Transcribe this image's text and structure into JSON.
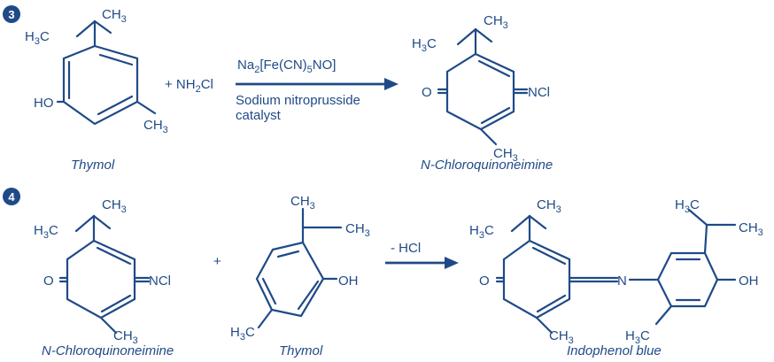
{
  "step3": {
    "number": "3",
    "reagent": "+ NH",
    "reagent_sub": "2",
    "reagent_tail": "Cl",
    "catalyst_formula": {
      "a": "Na",
      "a_sub": "2",
      "b": "[Fe(CN)",
      "b_sub": "5",
      "c": "NO]"
    },
    "catalyst_line1": "Sodium nitroprusside",
    "catalyst_line2": "catalyst",
    "thymol": {
      "h3c": "H",
      "h3c_sub": "3",
      "h3c_tail": "C",
      "ch3_top": "CH",
      "ch3_top_sub": "3",
      "ho": "HO",
      "ch3_bottom": "CH",
      "ch3_bottom_sub": "3",
      "caption": "Thymol"
    },
    "product": {
      "h3c": "H",
      "h3c_sub": "3",
      "h3c_tail": "C",
      "ch3_top": "CH",
      "ch3_top_sub": "3",
      "o": "O",
      "ncl": "NCl",
      "ch3_bottom": "CH",
      "ch3_bottom_sub": "3",
      "caption": "N-Chloroquinoneimine"
    }
  },
  "step4": {
    "number": "4",
    "plus": "+",
    "reaction_label": "- HCl",
    "reactant1": {
      "h3c": "H",
      "h3c_sub": "3",
      "h3c_tail": "C",
      "ch3_top": "CH",
      "ch3_top_sub": "3",
      "o": "O",
      "ncl": "NCl",
      "ch3_bottom": "CH",
      "ch3_bottom_sub": "3",
      "caption": "N-Chloroquinoneimine"
    },
    "reactant2": {
      "ch3_a": "CH",
      "ch3_a_sub": "3",
      "ch3_b": "CH",
      "ch3_b_sub": "3",
      "oh": "OH",
      "h3c": "H",
      "h3c_sub": "3",
      "h3c_tail": "C",
      "caption": "Thymol"
    },
    "product": {
      "h3c_left": "H",
      "h3c_left_sub": "3",
      "h3c_left_tail": "C",
      "ch3_left": "CH",
      "ch3_left_sub": "3",
      "o": "O",
      "n": "N",
      "ch3_bl": "CH",
      "ch3_bl_sub": "3",
      "h3c_br": "H",
      "h3c_br_sub": "3",
      "h3c_br_tail": "C",
      "h3c_right": "H",
      "h3c_right_sub": "3",
      "h3c_right_tail": "C",
      "ch3_right": "CH",
      "ch3_right_sub": "3",
      "oh": "OH",
      "caption": "Indophenol blue"
    }
  }
}
